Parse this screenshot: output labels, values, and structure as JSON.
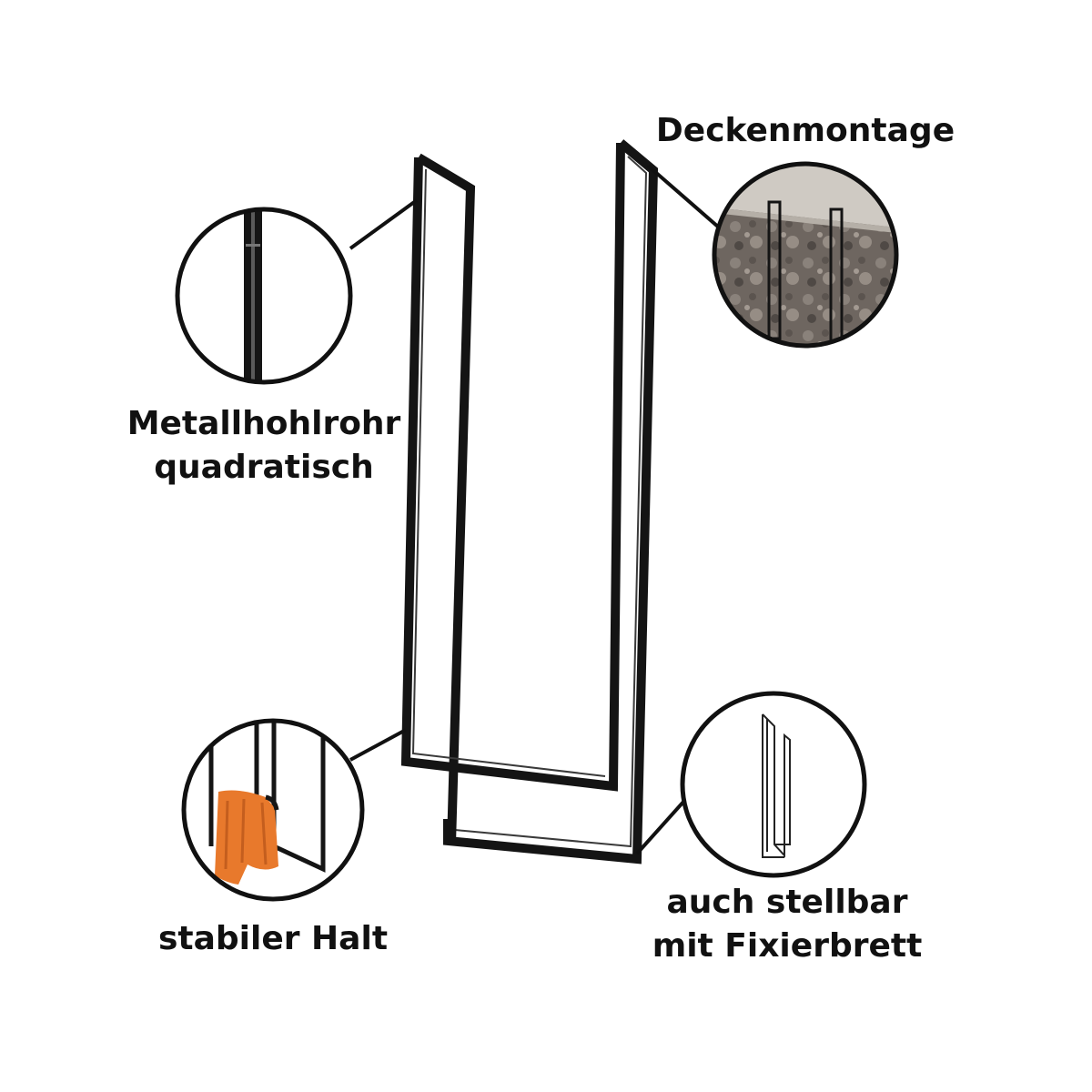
{
  "colors": {
    "background": "#ffffff",
    "frame": "#141414",
    "wall_stone": "#6e6660",
    "ceiling": "#cfcac3",
    "towel": "#e8792c"
  },
  "callouts": {
    "ceiling_mount": {
      "label": "Deckenmontage",
      "icon": "ceiling-mount-photo"
    },
    "tube": {
      "line1": "Metallhohlrohr",
      "line2": "quadratisch",
      "icon": "square-tube-closeup"
    },
    "stable": {
      "label": "stabiler Halt",
      "icon": "towel-on-rail-photo"
    },
    "standing": {
      "line1": "auch stellbar",
      "line2": "mit Fixierbrett",
      "icon": "standing-frame-sketch"
    }
  }
}
